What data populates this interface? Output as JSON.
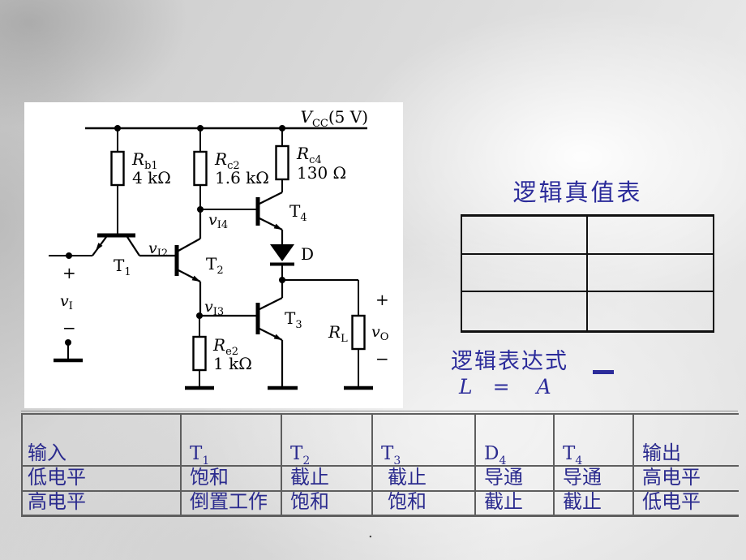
{
  "truth_table": {
    "title": "逻辑真值表",
    "columns": 2,
    "rows": 3
  },
  "expression": {
    "label": "逻辑表达式",
    "lhs": "L",
    "eq": "=",
    "rhs": "A",
    "rhs_negated": true
  },
  "circuit": {
    "vcc": {
      "sym": "V",
      "sub": "CC",
      "value": "(5 V)"
    },
    "rb1": {
      "sym": "R",
      "sub": "b1",
      "value": "4 kΩ"
    },
    "rc2": {
      "sym": "R",
      "sub": "c2",
      "value": "1.6 kΩ"
    },
    "rc4": {
      "sym": "R",
      "sub": "c4",
      "value": "130 Ω"
    },
    "re2": {
      "sym": "R",
      "sub": "e2",
      "value": "1 kΩ"
    },
    "rl": {
      "sym": "R",
      "sub": "L"
    },
    "t1": {
      "sym": "T",
      "sub": "1"
    },
    "t2": {
      "sym": "T",
      "sub": "2"
    },
    "t3": {
      "sym": "T",
      "sub": "3"
    },
    "t4": {
      "sym": "T",
      "sub": "4"
    },
    "diode": {
      "sym": "D"
    },
    "vi": {
      "sym": "v",
      "sub": "I"
    },
    "vo": {
      "sym": "v",
      "sub": "O"
    },
    "vi2": {
      "sym": "v",
      "sub": "I2"
    },
    "vi3": {
      "sym": "v",
      "sub": "I3"
    },
    "vi4": {
      "sym": "v",
      "sub": "I4"
    },
    "plus": "+",
    "minus": "−"
  },
  "state_table": {
    "headers": [
      {
        "text": "输入"
      },
      {
        "sym": "T",
        "sub": "1"
      },
      {
        "sym": "T",
        "sub": "2"
      },
      {
        "sym": "T",
        "sub": "3"
      },
      {
        "sym": "D",
        "sub": "4"
      },
      {
        "sym": "T",
        "sub": "4"
      },
      {
        "text": "输出"
      }
    ],
    "rows": [
      [
        "低电平",
        "饱和",
        "截止",
        "截止",
        "导通",
        "导通",
        "高电平"
      ],
      [
        "高电平",
        "倒置工作",
        "饱和",
        "饱和",
        "截止",
        "截止",
        "低电平"
      ]
    ]
  },
  "footer": {
    "dot": "."
  }
}
